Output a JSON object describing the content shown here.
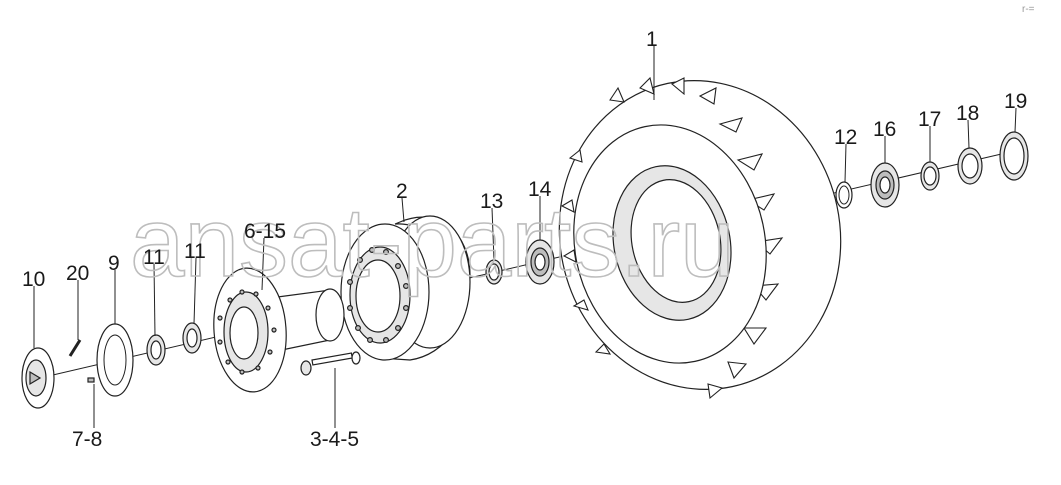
{
  "watermark": "ansat-parts.ru",
  "corner_mark": "r-=",
  "labels": {
    "p1": "1",
    "p2": "2",
    "p3_4_5": "3-4-5",
    "p6_15": "6-15",
    "p7_8": "7-8",
    "p9": "9",
    "p10": "10",
    "p11a": "11",
    "p11b": "11",
    "p12": "12",
    "p13": "13",
    "p14": "14",
    "p16": "16",
    "p17": "17",
    "p18": "18",
    "p19": "19",
    "p20": "20"
  }
}
